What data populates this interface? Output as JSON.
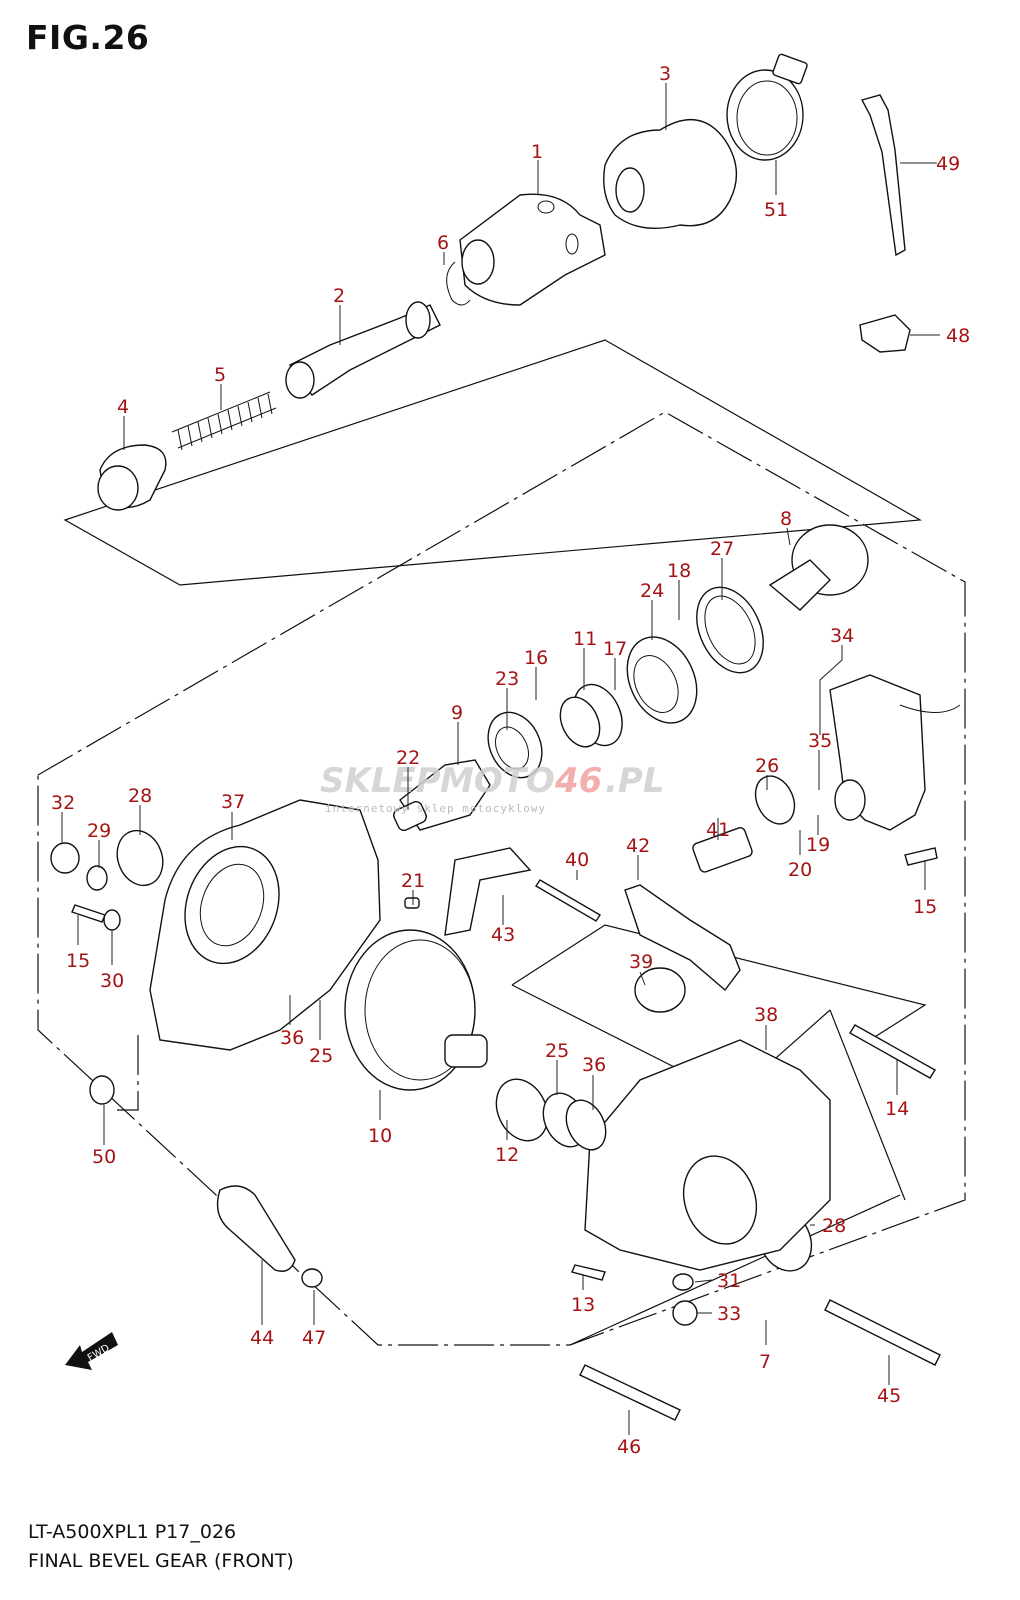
{
  "figure": {
    "title": "FIG.26",
    "model_code": "LT-A500XPL1 P17_026",
    "section_title": "FINAL BEVEL GEAR (FRONT)"
  },
  "watermark": {
    "text_left": "SKLEP",
    "text_mid": "MOTO",
    "text_accent": "46",
    "text_right": ".PL",
    "subtitle": "internetowy sklep motocyklowy"
  },
  "fwd_badge": {
    "label": "FWD",
    "icon": "forward-arrow-icon"
  },
  "colors": {
    "callout": "#a51414",
    "line": "#111111",
    "watermark_accent": "#e03030"
  },
  "callouts": [
    {
      "id": "1",
      "label": "1"
    },
    {
      "id": "2",
      "label": "2"
    },
    {
      "id": "3",
      "label": "3"
    },
    {
      "id": "4",
      "label": "4"
    },
    {
      "id": "5",
      "label": "5"
    },
    {
      "id": "6",
      "label": "6"
    },
    {
      "id": "7",
      "label": "7"
    },
    {
      "id": "8",
      "label": "8"
    },
    {
      "id": "9",
      "label": "9"
    },
    {
      "id": "10",
      "label": "10"
    },
    {
      "id": "11",
      "label": "11"
    },
    {
      "id": "12",
      "label": "12"
    },
    {
      "id": "13",
      "label": "13"
    },
    {
      "id": "14",
      "label": "14"
    },
    {
      "id": "15a",
      "label": "15"
    },
    {
      "id": "15b",
      "label": "15"
    },
    {
      "id": "16",
      "label": "16"
    },
    {
      "id": "17",
      "label": "17"
    },
    {
      "id": "18",
      "label": "18"
    },
    {
      "id": "19",
      "label": "19"
    },
    {
      "id": "20",
      "label": "20"
    },
    {
      "id": "21",
      "label": "21"
    },
    {
      "id": "22",
      "label": "22"
    },
    {
      "id": "23",
      "label": "23"
    },
    {
      "id": "24",
      "label": "24"
    },
    {
      "id": "25a",
      "label": "25"
    },
    {
      "id": "25b",
      "label": "25"
    },
    {
      "id": "26",
      "label": "26"
    },
    {
      "id": "27",
      "label": "27"
    },
    {
      "id": "28a",
      "label": "28"
    },
    {
      "id": "28b",
      "label": "28"
    },
    {
      "id": "29",
      "label": "29"
    },
    {
      "id": "30",
      "label": "30"
    },
    {
      "id": "31",
      "label": "31"
    },
    {
      "id": "32",
      "label": "32"
    },
    {
      "id": "33",
      "label": "33"
    },
    {
      "id": "34",
      "label": "34"
    },
    {
      "id": "35",
      "label": "35"
    },
    {
      "id": "36a",
      "label": "36"
    },
    {
      "id": "36b",
      "label": "36"
    },
    {
      "id": "37",
      "label": "37"
    },
    {
      "id": "38",
      "label": "38"
    },
    {
      "id": "39",
      "label": "39"
    },
    {
      "id": "40",
      "label": "40"
    },
    {
      "id": "41",
      "label": "41"
    },
    {
      "id": "42",
      "label": "42"
    },
    {
      "id": "43",
      "label": "43"
    },
    {
      "id": "44",
      "label": "44"
    },
    {
      "id": "45",
      "label": "45"
    },
    {
      "id": "46",
      "label": "46"
    },
    {
      "id": "47",
      "label": "47"
    },
    {
      "id": "48",
      "label": "48"
    },
    {
      "id": "49",
      "label": "49"
    },
    {
      "id": "50",
      "label": "50"
    },
    {
      "id": "51",
      "label": "51"
    }
  ]
}
